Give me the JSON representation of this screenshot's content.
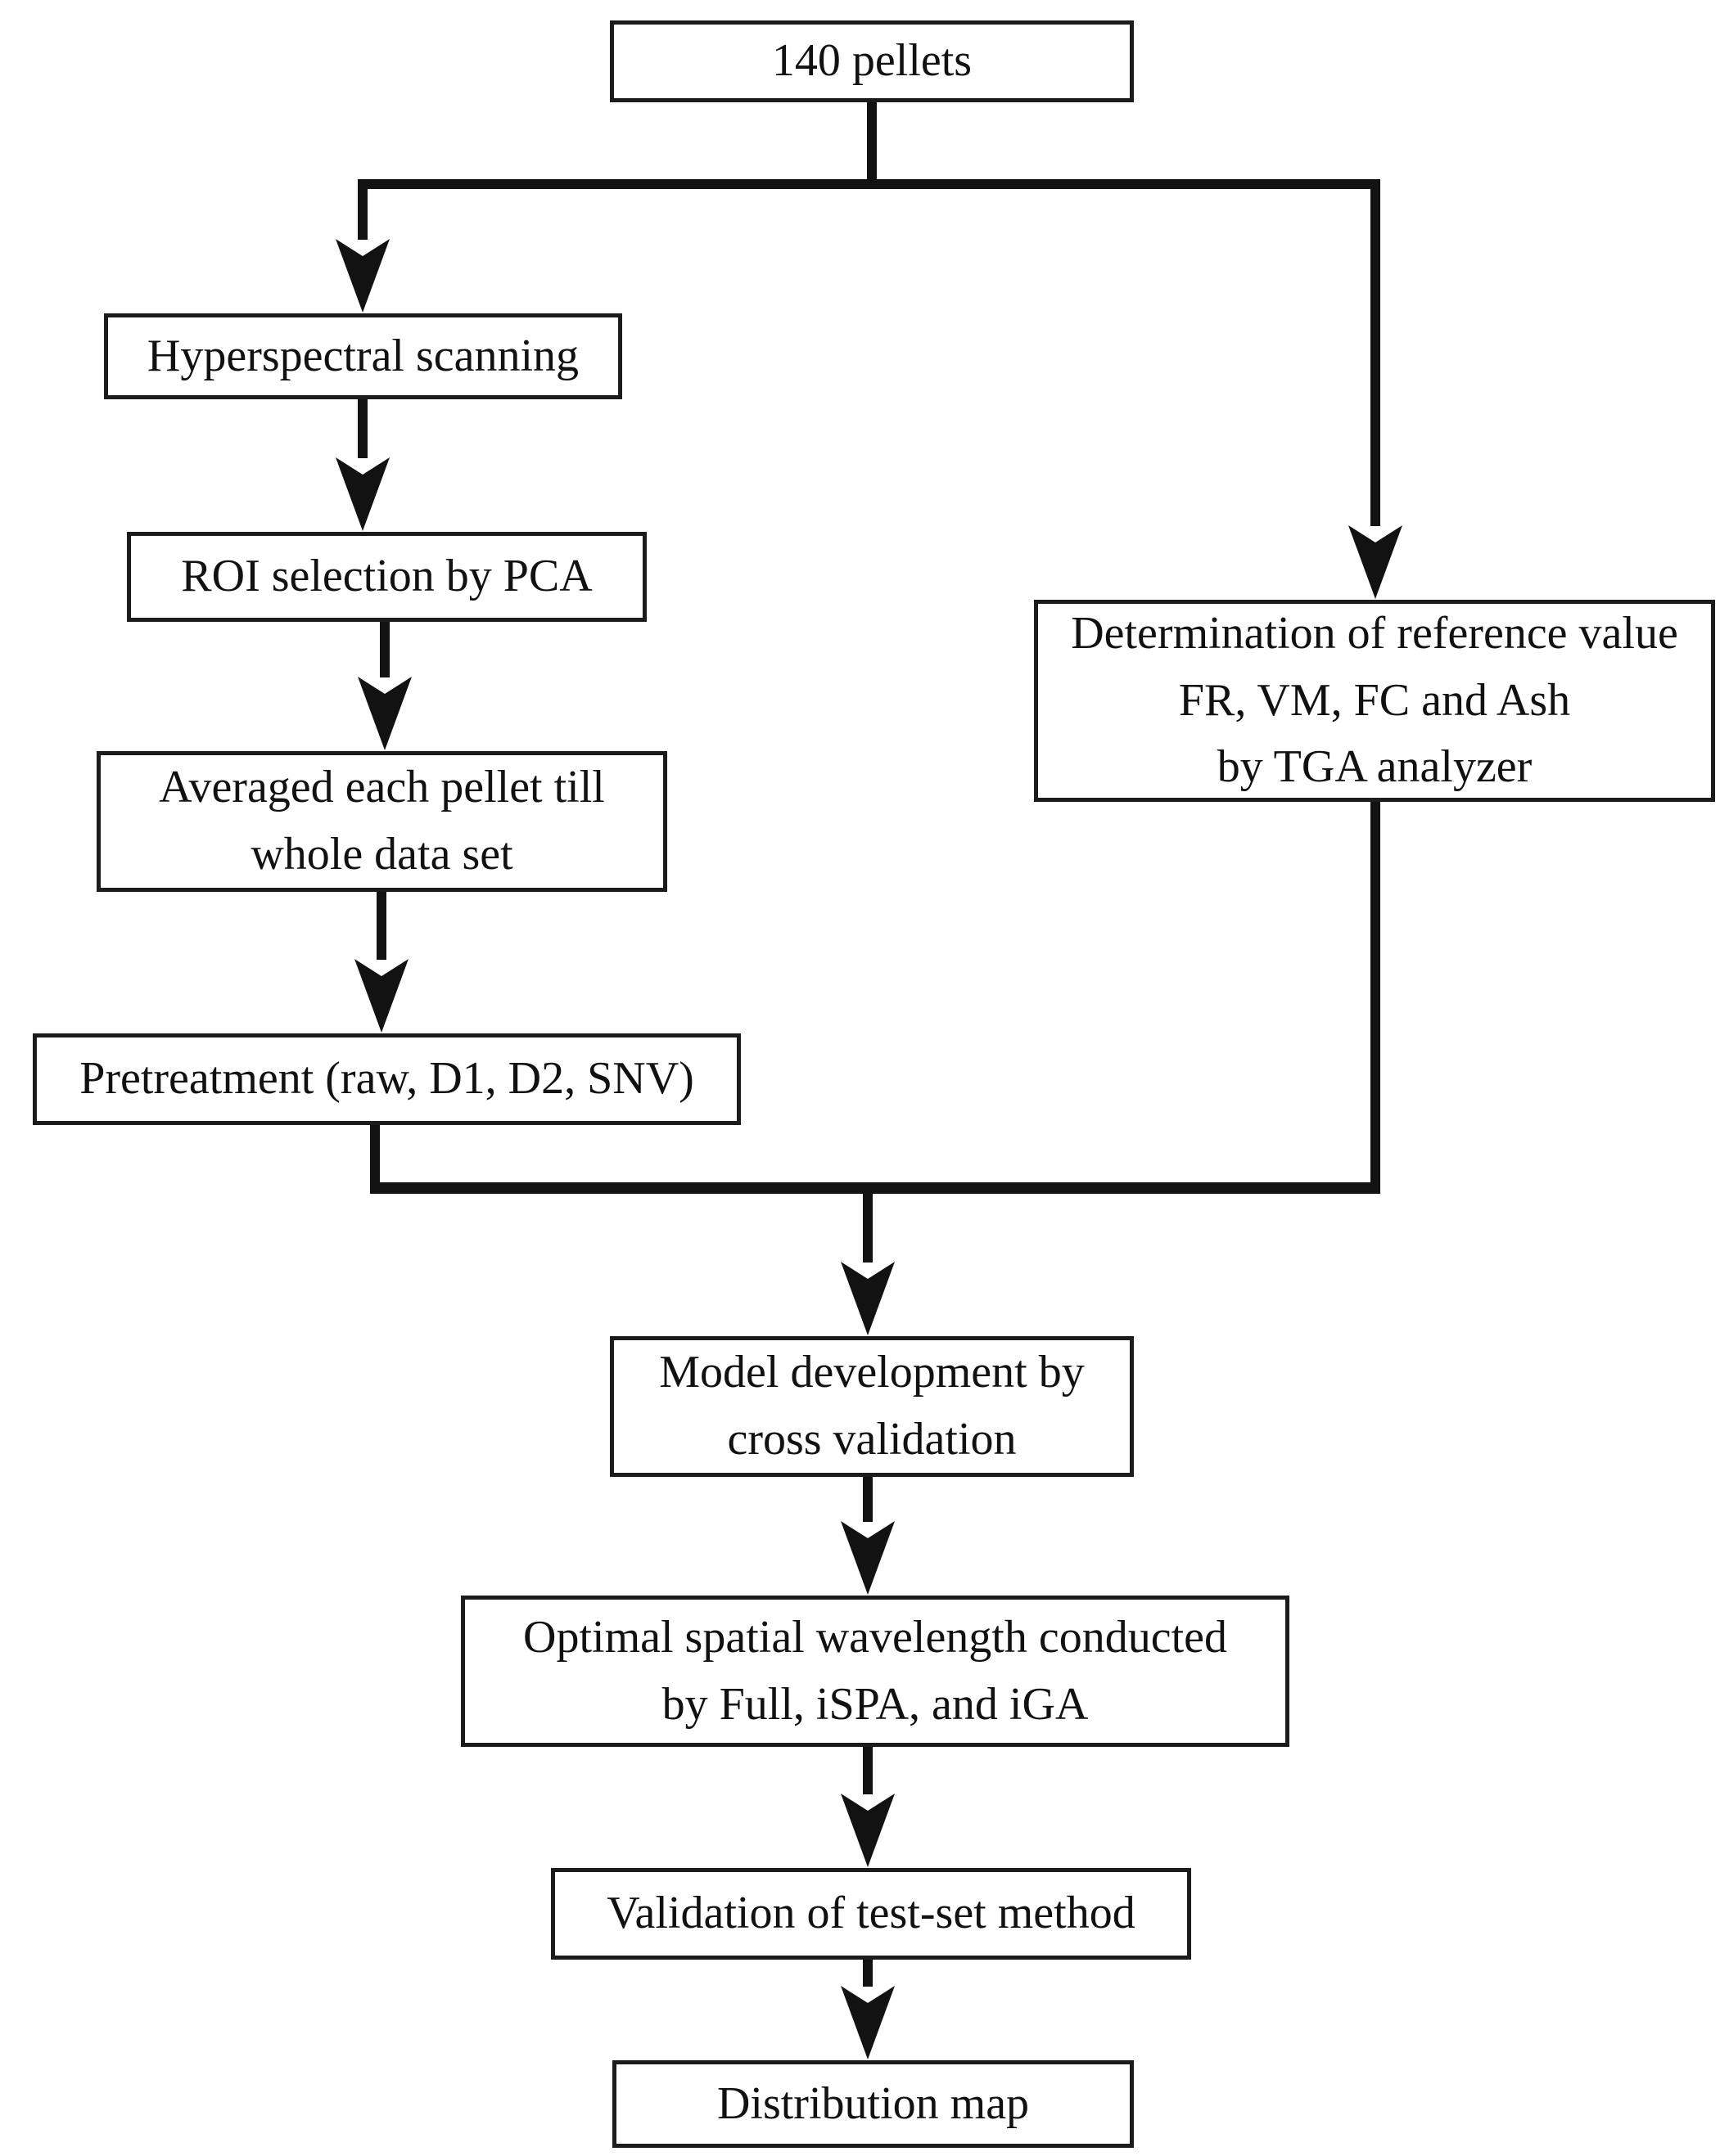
{
  "diagram": {
    "type": "flowchart",
    "colors": {
      "line": "#121212",
      "box_border": "#1c1c1c",
      "box_background": "#ffffff",
      "text": "#111111",
      "page_background": "#ffffff"
    },
    "nodes": [
      {
        "id": "140-pellets",
        "lines": [
          "140 pellets"
        ]
      },
      {
        "id": "hyperspectral-scanning",
        "lines": [
          "Hyperspectral scanning"
        ]
      },
      {
        "id": "roi-selection-by-pca",
        "lines": [
          "ROI selection by PCA"
        ]
      },
      {
        "id": "averaged-each-pellet",
        "lines": [
          "Averaged each pellet till",
          "whole data set"
        ]
      },
      {
        "id": "pretreatment",
        "lines": [
          "Pretreatment (raw, D1, D2, SNV)"
        ]
      },
      {
        "id": "determination-reference-value",
        "lines": [
          "Determination of reference value",
          "FR, VM, FC and Ash",
          "by TGA analyzer"
        ]
      },
      {
        "id": "model-development",
        "lines": [
          "Model development by",
          "cross validation"
        ]
      },
      {
        "id": "optimal-spatial-wavelength",
        "lines": [
          "Optimal spatial wavelength conducted",
          "by Full, iSPA, and iGA"
        ]
      },
      {
        "id": "validation-test-set",
        "lines": [
          "Validation of test-set method"
        ]
      },
      {
        "id": "distribution-map",
        "lines": [
          "Distribution map"
        ]
      }
    ],
    "edges": [
      {
        "from": "140-pellets",
        "to": "hyperspectral-scanning"
      },
      {
        "from": "140-pellets",
        "to": "determination-reference-value"
      },
      {
        "from": "hyperspectral-scanning",
        "to": "roi-selection-by-pca"
      },
      {
        "from": "roi-selection-by-pca",
        "to": "averaged-each-pellet"
      },
      {
        "from": "averaged-each-pellet",
        "to": "pretreatment"
      },
      {
        "from": "pretreatment",
        "to": "model-development"
      },
      {
        "from": "determination-reference-value",
        "to": "model-development"
      },
      {
        "from": "model-development",
        "to": "optimal-spatial-wavelength"
      },
      {
        "from": "optimal-spatial-wavelength",
        "to": "validation-test-set"
      },
      {
        "from": "validation-test-set",
        "to": "distribution-map"
      }
    ]
  }
}
